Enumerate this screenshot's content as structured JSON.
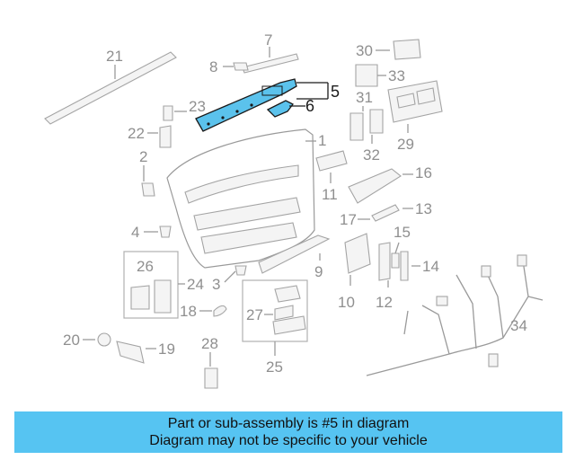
{
  "callouts": {
    "c1": "1",
    "c2": "2",
    "c3": "3",
    "c4": "4",
    "c5": "5",
    "c6": "6",
    "c7": "7",
    "c8": "8",
    "c9": "9",
    "c10": "10",
    "c11": "11",
    "c12": "12",
    "c13": "13",
    "c14": "14",
    "c15": "15",
    "c16": "16",
    "c17": "17",
    "c18": "18",
    "c19": "19",
    "c20": "20",
    "c21": "21",
    "c22": "22",
    "c23": "23",
    "c24": "24",
    "c25": "25",
    "c26": "26",
    "c27": "27",
    "c28": "28",
    "c29": "29",
    "c30": "30",
    "c31": "31",
    "c32": "32",
    "c33": "33",
    "c34": "34"
  },
  "highlight": {
    "part": "5",
    "color": "#5bc2ec"
  },
  "banner": {
    "line1": "Part or sub-assembly is #5 in diagram",
    "line2": "Diagram may not be specific to your vehicle",
    "background": "#56c4f2"
  }
}
